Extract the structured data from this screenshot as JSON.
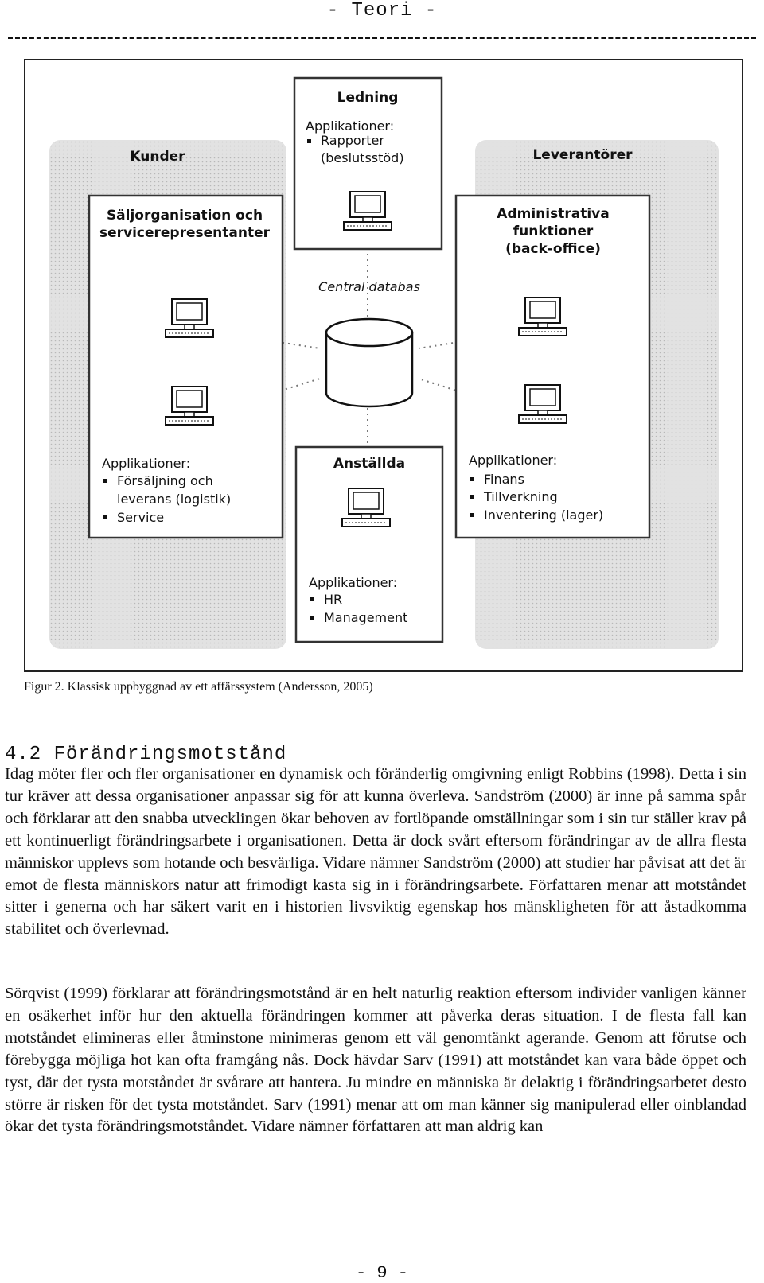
{
  "header": {
    "title": "- Teori -"
  },
  "figure": {
    "ledning": {
      "title": "Ledning",
      "apps_label": "Applikationer:",
      "items": [
        "Rapporter",
        "(beslutsstöd)"
      ]
    },
    "kunder": {
      "title": "Kunder",
      "box_title": [
        "Säljorganisation och",
        "servicerepresentanter"
      ],
      "apps_label": "Applikationer:",
      "items": [
        "Försäljning och",
        "leverans (logistik)",
        "Service"
      ]
    },
    "leverantorer": {
      "title": "Leverantörer",
      "box_title": [
        "Administrativa",
        "funktioner",
        "(back-office)"
      ],
      "apps_label": "Applikationer:",
      "items": [
        "Finans",
        "Tillverkning",
        "Inventering (lager)"
      ]
    },
    "central": {
      "label": "Central databas"
    },
    "anstallda": {
      "title": "Anställda",
      "apps_label": "Applikationer:",
      "items": [
        "HR",
        "Management"
      ]
    }
  },
  "caption": "Figur 2. Klassisk uppbyggnad av ett affärssystem (Andersson, 2005)",
  "section": {
    "heading": "4.2 Förändringsmotstånd"
  },
  "paragraphs": [
    "Idag möter fler och fler organisationer en dynamisk och föränderlig omgivning enligt Robbins (1998). Detta i sin tur kräver att dessa organisationer anpassar sig för att kunna överleva. Sandström (2000) är inne på samma spår och förklarar att den snabba utvecklingen ökar behoven av fortlöpande omställningar som i sin tur ställer krav på ett kontinuerligt förändringsarbete i organisationen. Detta är dock svårt eftersom förändringar av de allra flesta människor upplevs som hotande och besvärliga. Vidare nämner Sandström (2000) att studier har påvisat att det är emot de flesta människors natur att frimodigt kasta sig in i förändringsarbete. Författaren menar att motståndet sitter i generna och har säkert varit en i historien livsviktig egenskap hos mänskligheten för att åstadkomma stabilitet och överlevnad.",
    "Sörqvist (1999) förklarar att förändringsmotstånd är en helt naturlig reaktion eftersom individer vanligen känner en osäkerhet inför hur den aktuella förändringen kommer att påverka deras situation. I de flesta fall kan motståndet elimineras eller åtminstone minimeras genom ett väl genomtänkt agerande. Genom att förutse och förebygga möjliga hot kan ofta framgång nås. Dock hävdar Sarv (1991) att motståndet kan vara både öppet och tyst, där det tysta motståndet är svårare att hantera. Ju mindre en människa är delaktig i förändringsarbetet desto större är risken för det tysta motståndet. Sarv (1991) menar att om man känner sig manipulerad eller oinblandad ökar det tysta förändringsmotståndet. Vidare nämner författaren att man aldrig kan"
  ],
  "footer": {
    "page_number": "- 9 -"
  }
}
